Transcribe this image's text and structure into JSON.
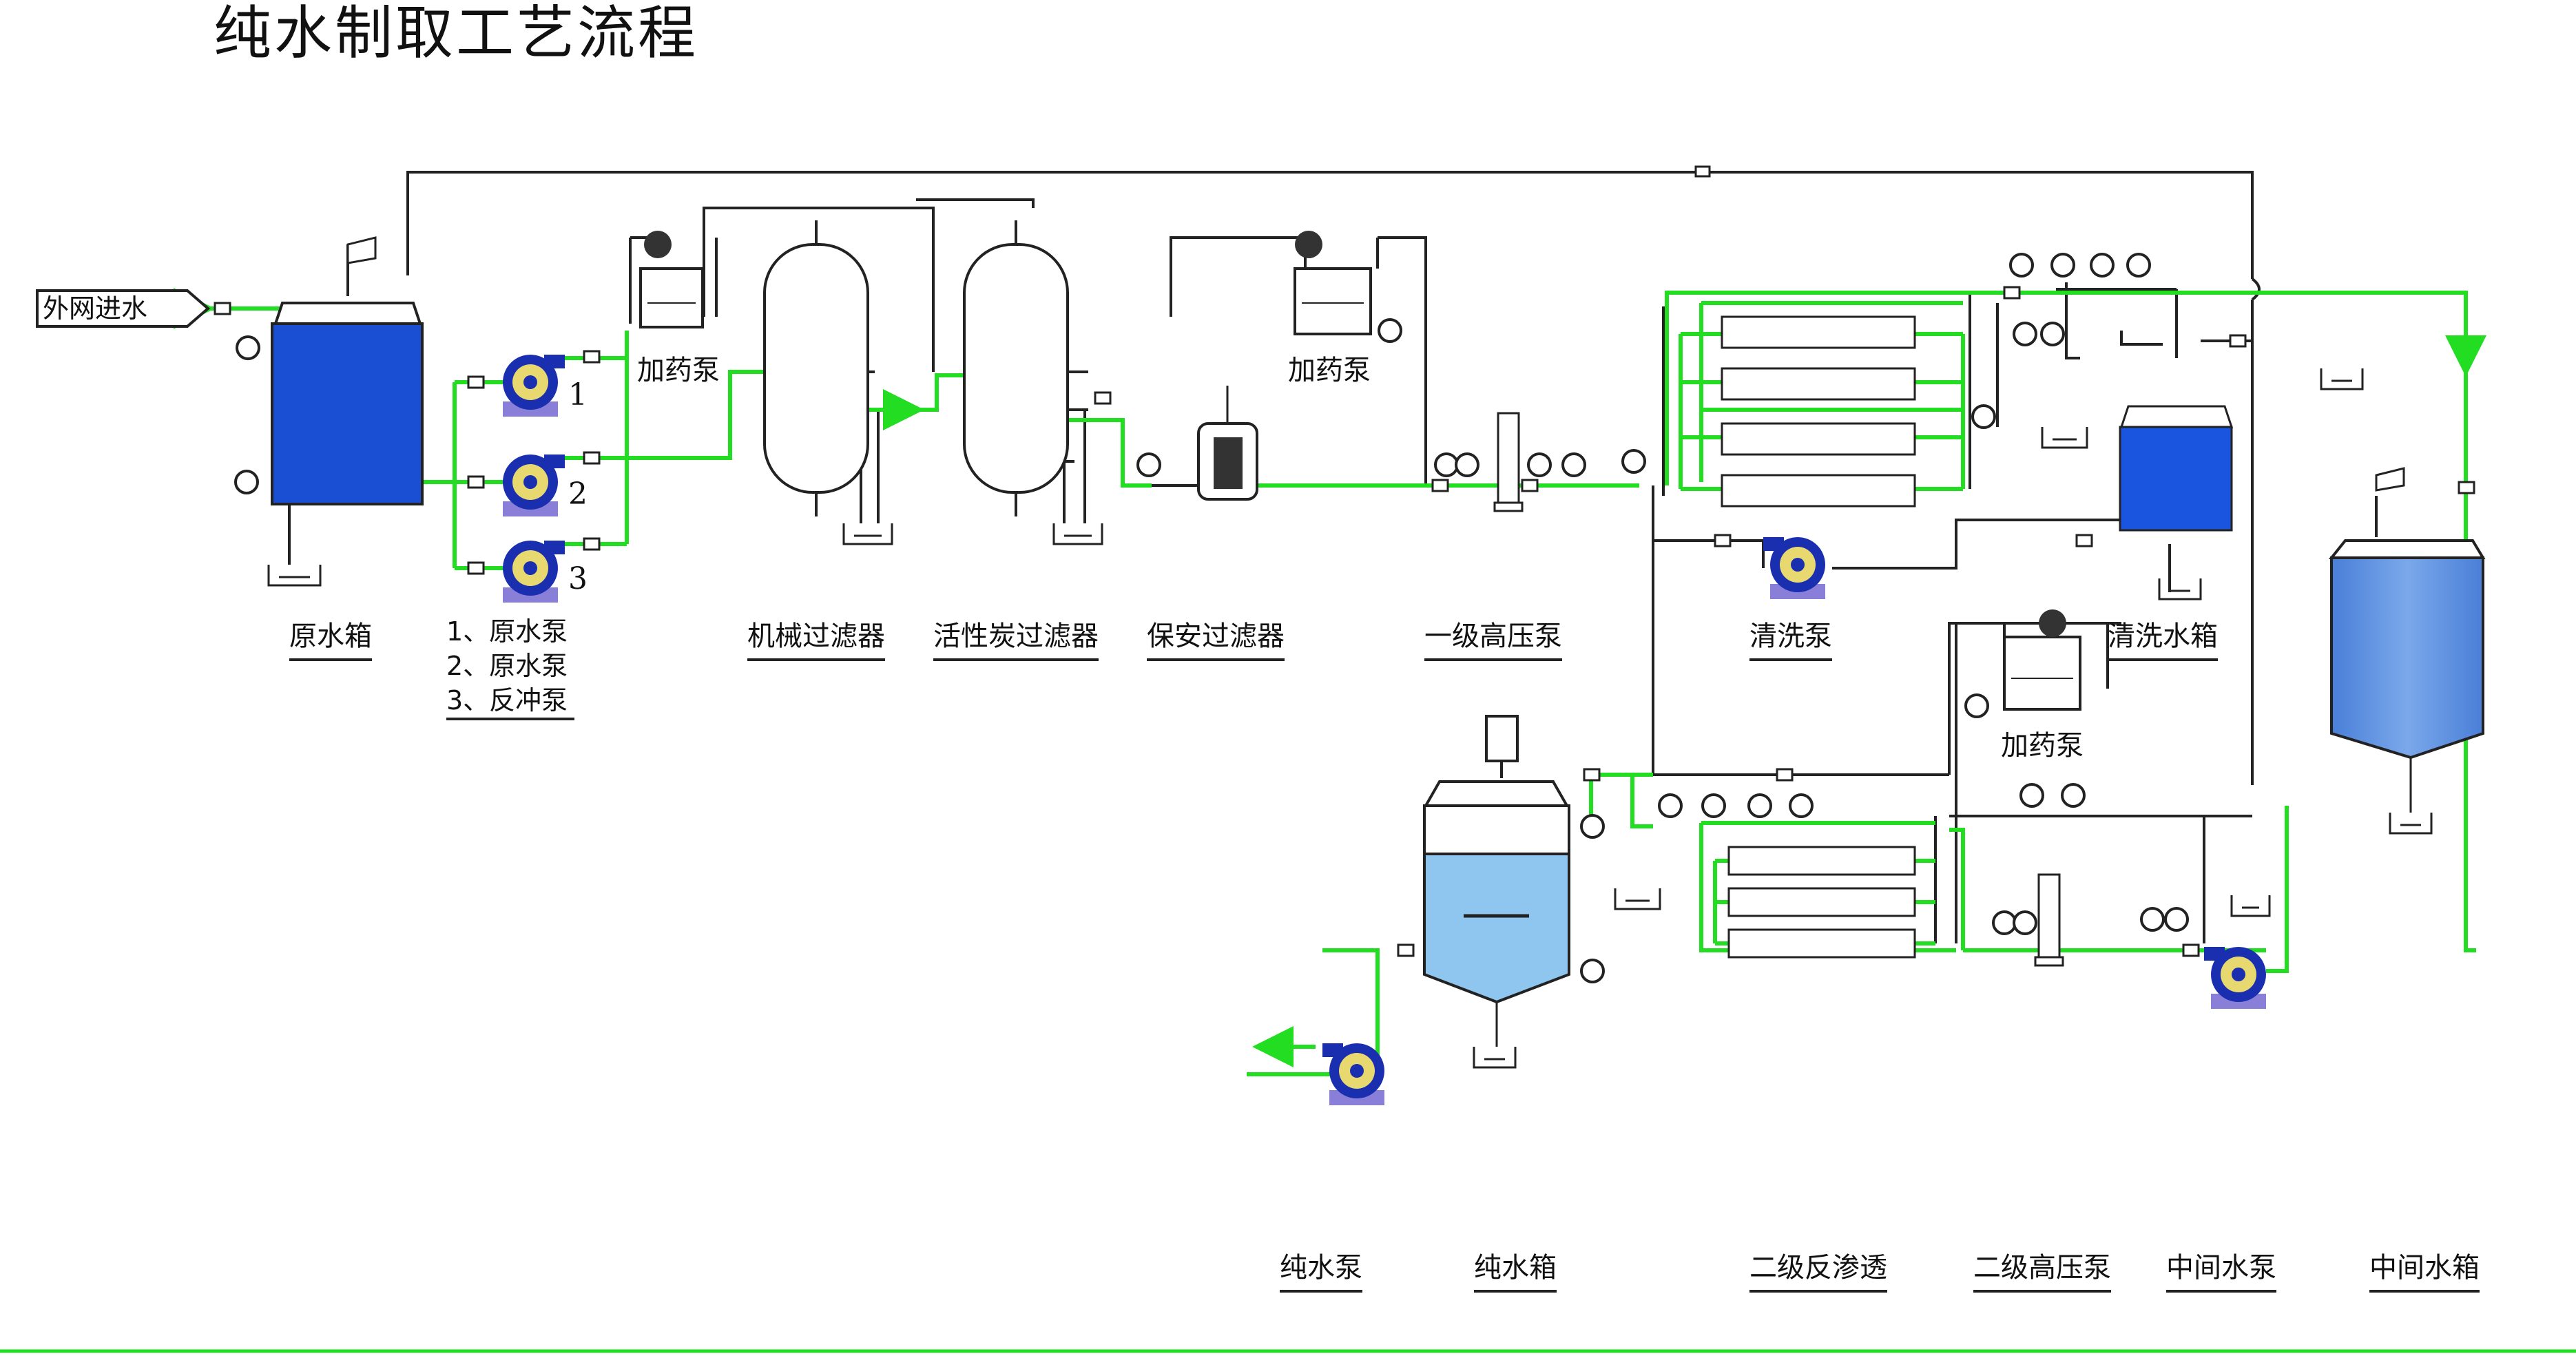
{
  "title": "纯水制取工艺流程",
  "inlet_label": "外网进水",
  "labels": {
    "raw_tank": "原水箱",
    "pumps_list": [
      "1、原水泵",
      "2、原水泵",
      "3、反冲泵"
    ],
    "mech_filter": "机械过滤器",
    "carbon_filter": "活性炭过滤器",
    "security_filter": "保安过滤器",
    "ro1_pump": "一级高压泵",
    "clean_pump": "清洗泵",
    "clean_tank": "清洗水箱",
    "pure_pump": "纯水泵",
    "pure_tank": "纯水箱",
    "ro2": "二级反渗透",
    "ro2_pump": "二级高压泵",
    "mid_pump": "中间水泵",
    "mid_tank": "中间水箱"
  },
  "dosing_label": "加药泵",
  "pump_numbers": [
    "1",
    "2",
    "3"
  ],
  "colors": {
    "flow_line": "#22dd22",
    "pipe_line": "#222222",
    "pump_blue": "#1a2fb0",
    "tank_dark_blue": "#1a50d8",
    "tank_light_blue": "#8ec6f0",
    "mid_tank_blue": "#5a8fe0"
  }
}
